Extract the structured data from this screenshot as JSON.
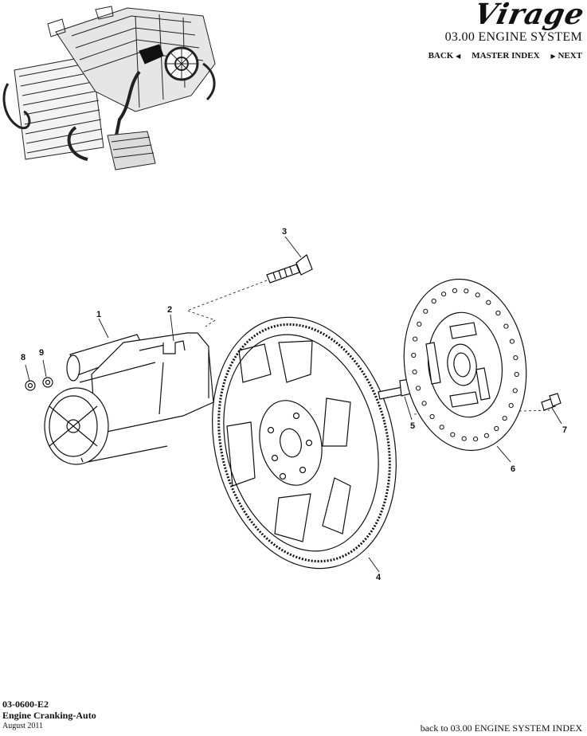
{
  "header": {
    "brand": "Virage",
    "section_title": "03.00 ENGINE SYSTEM",
    "nav": {
      "back": "BACK",
      "master_index": "MASTER INDEX",
      "next": "NEXT"
    }
  },
  "diagram": {
    "callouts": [
      "1",
      "2",
      "3",
      "4",
      "5",
      "6",
      "7",
      "8",
      "9"
    ]
  },
  "footer": {
    "code": "03-0600-E2",
    "name": "Engine Cranking-Auto",
    "date": "August 2011",
    "back_link": "back to 03.00 ENGINE SYSTEM INDEX"
  }
}
